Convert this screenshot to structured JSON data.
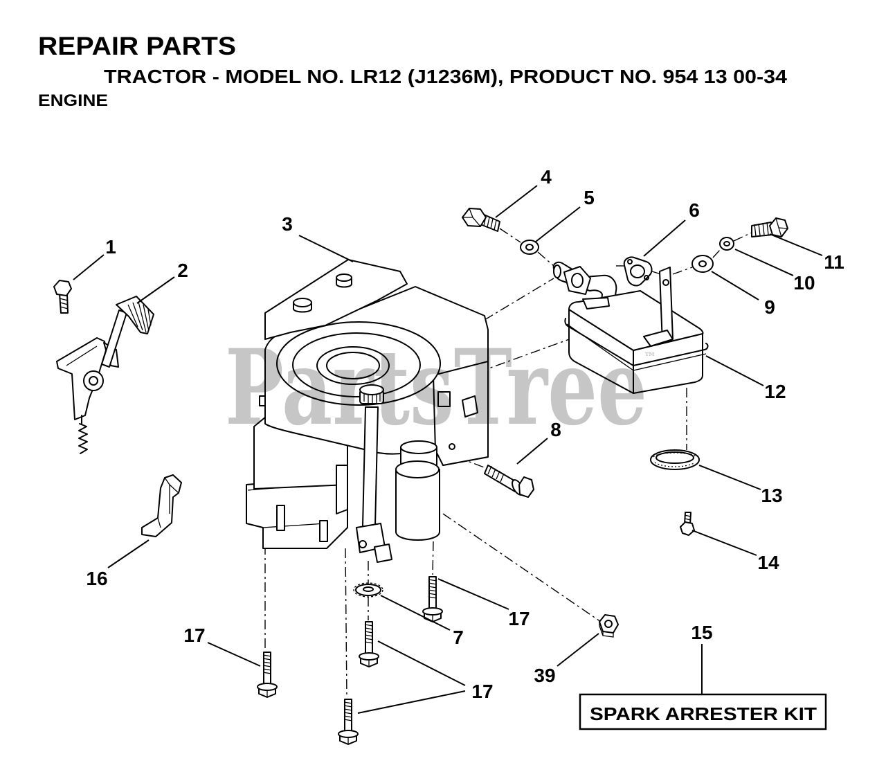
{
  "header": {
    "title": "REPAIR PARTS",
    "subtitle": "TRACTOR - MODEL NO. LR12 (J1236M), PRODUCT NO. 954 13 00-34",
    "section": "ENGINE"
  },
  "callouts": [
    "1",
    "2",
    "3",
    "4",
    "5",
    "6",
    "7",
    "8",
    "9",
    "10",
    "11",
    "12",
    "13",
    "14",
    "15",
    "16",
    "17",
    "17",
    "17",
    "39"
  ],
  "kit_box": {
    "label": "SPARK ARRESTER KIT"
  },
  "watermark": {
    "brand": "PartsTree",
    "mark": "™"
  },
  "colors": {
    "ink": "#000000",
    "paper": "#ffffff",
    "watermark": "#c6c6c6"
  }
}
